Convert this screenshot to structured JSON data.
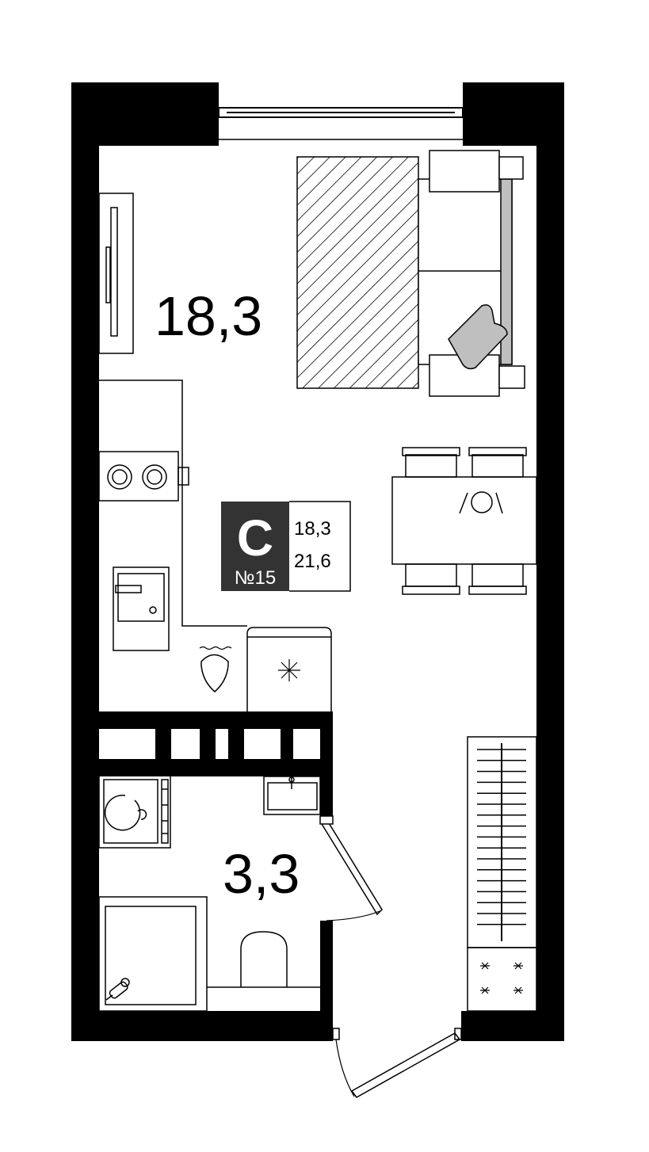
{
  "rooms": {
    "main_area": "18,3",
    "bath_area": "3,3"
  },
  "badge": {
    "type_letter": "C",
    "apartment_number": "№15",
    "living_area": "18,3",
    "total_area": "21,6"
  },
  "colors": {
    "walls": "#000000",
    "badge_bg": "#333333",
    "pillow": "#bfbfbf"
  }
}
